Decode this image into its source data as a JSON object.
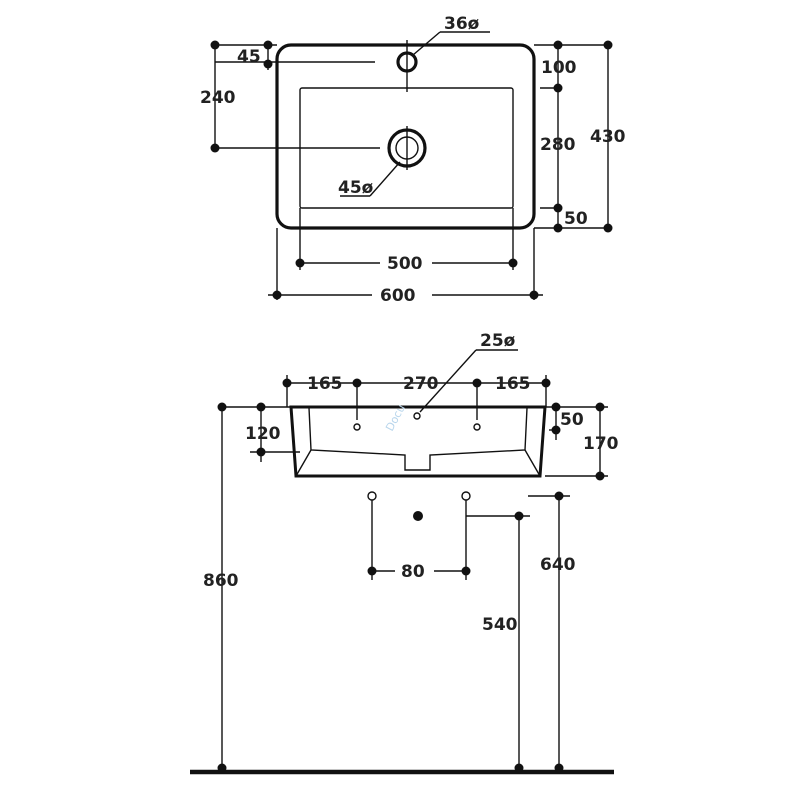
{
  "top_view": {
    "dims": {
      "overall_width": "600",
      "inner_width": "500",
      "overall_depth": "430",
      "back_rim": "100",
      "inner_depth": "280",
      "front_rim": "50",
      "tap_offset": "45",
      "waste_offset": "240",
      "tap_hole": "36ø",
      "waste_hole": "45ø"
    }
  },
  "front_view": {
    "dims": {
      "side_left": "165",
      "hole_spacing": "270",
      "side_right": "165",
      "small_hole": "25ø",
      "rim_height": "50",
      "bowl_height": "170",
      "side_height": "120",
      "trap_spacing": "80",
      "height_floor_rim": "860",
      "height_floor_waste": "640",
      "height_floor_trap": "540"
    }
  },
  "watermark": "Docu"
}
